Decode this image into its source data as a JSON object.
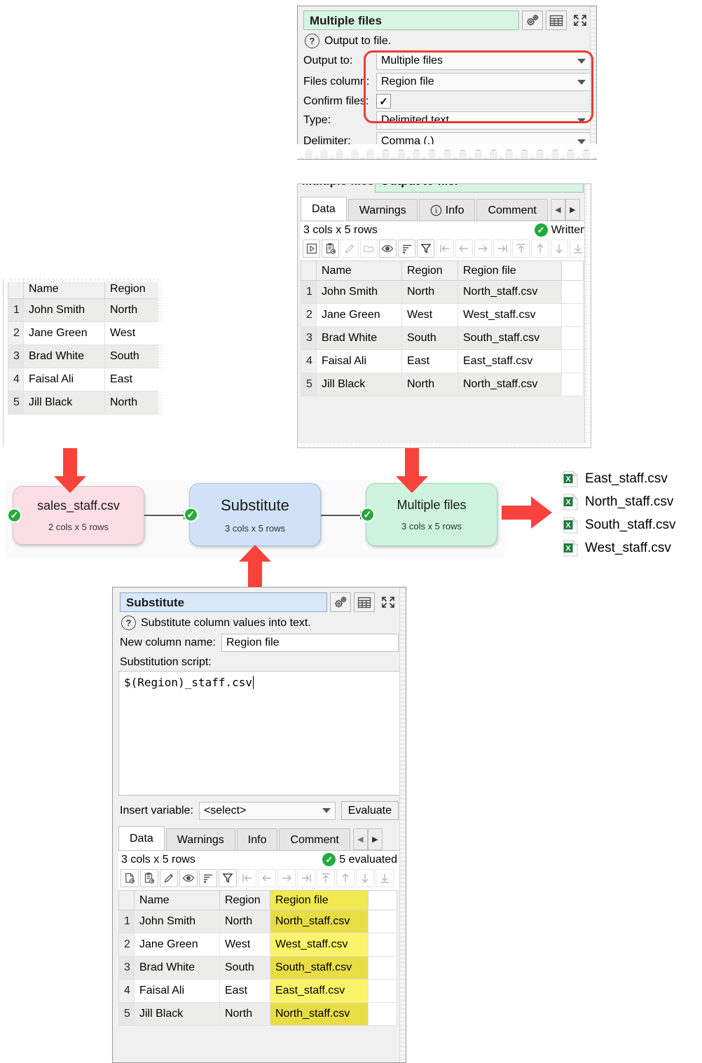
{
  "output_dialog": {
    "title": "Multiple files",
    "help_text": "Output to file.",
    "fields": [
      {
        "label": "Output to:",
        "value": "Multiple files",
        "type": "dropdown"
      },
      {
        "label": "Files column:",
        "value": "Region file",
        "type": "dropdown"
      },
      {
        "label": "Confirm files:",
        "value": "✓",
        "type": "checkbox"
      },
      {
        "label": "Type:",
        "value": "Delimited text",
        "type": "dropdown"
      },
      {
        "label": "Delimiter:",
        "value": "Comma (,)",
        "type": "dropdown"
      }
    ],
    "header_icons": [
      "gears-icon",
      "table-icon",
      "expand-icon"
    ],
    "highlight_color": "#ef3b33"
  },
  "output_panel": {
    "tabs": [
      {
        "label": "Data",
        "selected": true
      },
      {
        "label": "Warnings",
        "selected": false
      },
      {
        "label": "Info",
        "selected": false,
        "icon": "info-icon"
      },
      {
        "label": "Comment",
        "selected": false
      }
    ],
    "nav_prev": "◀",
    "nav_next": "▶",
    "status_left": "3 cols x 5 rows",
    "status_right": "Written",
    "toolbar_icons": [
      "run-icon",
      "paste-icon",
      "edit-icon",
      "folder-icon",
      "eye-icon",
      "sort-icon",
      "filter-icon",
      "first-col-icon",
      "prev-col-icon",
      "next-col-icon",
      "last-col-icon",
      "first-row-icon",
      "prev-row-icon",
      "next-row-icon",
      "last-row-icon"
    ],
    "table": {
      "columns": [
        "Name",
        "Region",
        "Region file"
      ],
      "rows": [
        {
          "n": "1",
          "cells": [
            "John Smith",
            "North",
            "North_staff.csv"
          ]
        },
        {
          "n": "2",
          "cells": [
            "Jane Green",
            "West",
            "West_staff.csv"
          ]
        },
        {
          "n": "3",
          "cells": [
            "Brad White",
            "South",
            "South_staff.csv"
          ]
        },
        {
          "n": "4",
          "cells": [
            "Faisal Ali",
            "East",
            "East_staff.csv"
          ]
        },
        {
          "n": "5",
          "cells": [
            "Jill Black",
            "North",
            "North_staff.csv"
          ]
        }
      ]
    }
  },
  "input_table": {
    "columns": [
      "Name",
      "Region"
    ],
    "rows": [
      {
        "n": "1",
        "cells": [
          "John Smith",
          "North"
        ]
      },
      {
        "n": "2",
        "cells": [
          "Jane Green",
          "West"
        ]
      },
      {
        "n": "3",
        "cells": [
          "Brad White",
          "South"
        ]
      },
      {
        "n": "4",
        "cells": [
          "Faisal Ali",
          "East"
        ]
      },
      {
        "n": "5",
        "cells": [
          "Jill Black",
          "North"
        ]
      }
    ]
  },
  "flow": {
    "nodes": [
      {
        "title": "sales_staff.csv",
        "subtitle": "2 cols x 5 rows",
        "color": "#fbdde6",
        "status": "ok"
      },
      {
        "title": "Substitute",
        "subtitle": "3 cols x 5 rows",
        "color": "#cfe2f7",
        "status": "ok"
      },
      {
        "title": "Multiple files",
        "subtitle": "3 cols x 5 rows",
        "color": "#cdf3dd",
        "status": "ok"
      }
    ]
  },
  "output_files": [
    {
      "name": "East_staff.csv",
      "icon": "excel-csv-icon"
    },
    {
      "name": "North_staff.csv",
      "icon": "excel-csv-icon"
    },
    {
      "name": "South_staff.csv",
      "icon": "excel-csv-icon"
    },
    {
      "name": "West_staff.csv",
      "icon": "excel-csv-icon"
    }
  ],
  "substitute_dialog": {
    "title": "Substitute",
    "help_text": "Substitute column values into text.",
    "new_column_label": "New column name:",
    "new_column_value": "Region file",
    "script_label": "Substitution script:",
    "script_value": "$(Region)_staff.csv",
    "insert_variable_label": "Insert variable:",
    "insert_variable_value": "<select>",
    "evaluate_label": "Evaluate",
    "header_icons": [
      "gears-icon",
      "table-icon",
      "expand-icon"
    ],
    "tabs": [
      {
        "label": "Data",
        "selected": true
      },
      {
        "label": "Warnings",
        "selected": false
      },
      {
        "label": "Info",
        "selected": false
      },
      {
        "label": "Comment",
        "selected": false
      }
    ],
    "nav_prev": "◀",
    "nav_next": "▶",
    "status_left": "3 cols x 5 rows",
    "status_right": "5 evaluated",
    "toolbar_icons": [
      "new-icon",
      "paste-icon",
      "edit-icon",
      "eye-icon",
      "sort-icon",
      "filter-icon",
      "first-col-icon",
      "prev-col-icon",
      "next-col-icon",
      "last-col-icon",
      "first-row-icon",
      "prev-row-icon",
      "next-row-icon",
      "last-row-icon"
    ],
    "table": {
      "columns": [
        "Name",
        "Region",
        "Region file"
      ],
      "highlight_column": "Region file",
      "highlight_color": "#fbf46a",
      "rows": [
        {
          "n": "1",
          "cells": [
            "John Smith",
            "North",
            "North_staff.csv"
          ]
        },
        {
          "n": "2",
          "cells": [
            "Jane Green",
            "West",
            "West_staff.csv"
          ]
        },
        {
          "n": "3",
          "cells": [
            "Brad White",
            "South",
            "South_staff.csv"
          ]
        },
        {
          "n": "4",
          "cells": [
            "Faisal Ali",
            "East",
            "East_staff.csv"
          ]
        },
        {
          "n": "5",
          "cells": [
            "Jill Black",
            "North",
            "North_staff.csv"
          ]
        }
      ]
    }
  },
  "annotations": {
    "arrow_color": "#f8423c",
    "arrows": [
      "input-table-to-source-node",
      "output-panel-to-sink-node",
      "sink-node-to-files",
      "substitute-dialog-to-substitute-node"
    ]
  }
}
